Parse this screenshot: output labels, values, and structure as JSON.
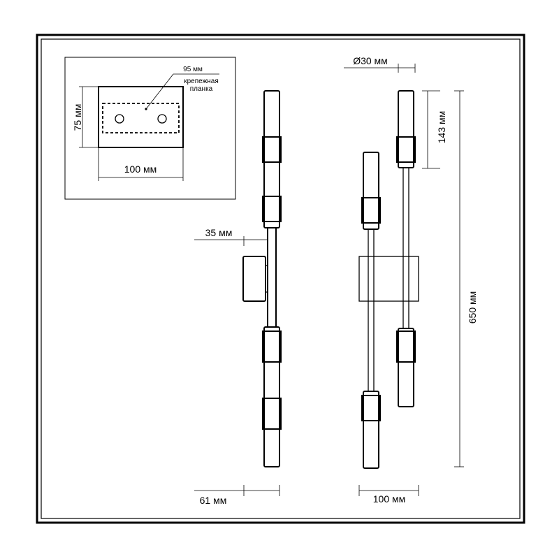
{
  "plate_view": {
    "width_label": "100 мм",
    "height_label": "75 мм",
    "bar_width_label": "95 мм",
    "bar_label_line1": "крепежная",
    "bar_label_line2": "планка"
  },
  "side_view": {
    "arm_offset_label": "35 мм",
    "depth_label": "61 мм"
  },
  "front_view": {
    "diameter_label": "Ø30 мм",
    "shade_height_label": "143 мм",
    "total_height_label": "650 мм",
    "width_label": "100 мм"
  }
}
